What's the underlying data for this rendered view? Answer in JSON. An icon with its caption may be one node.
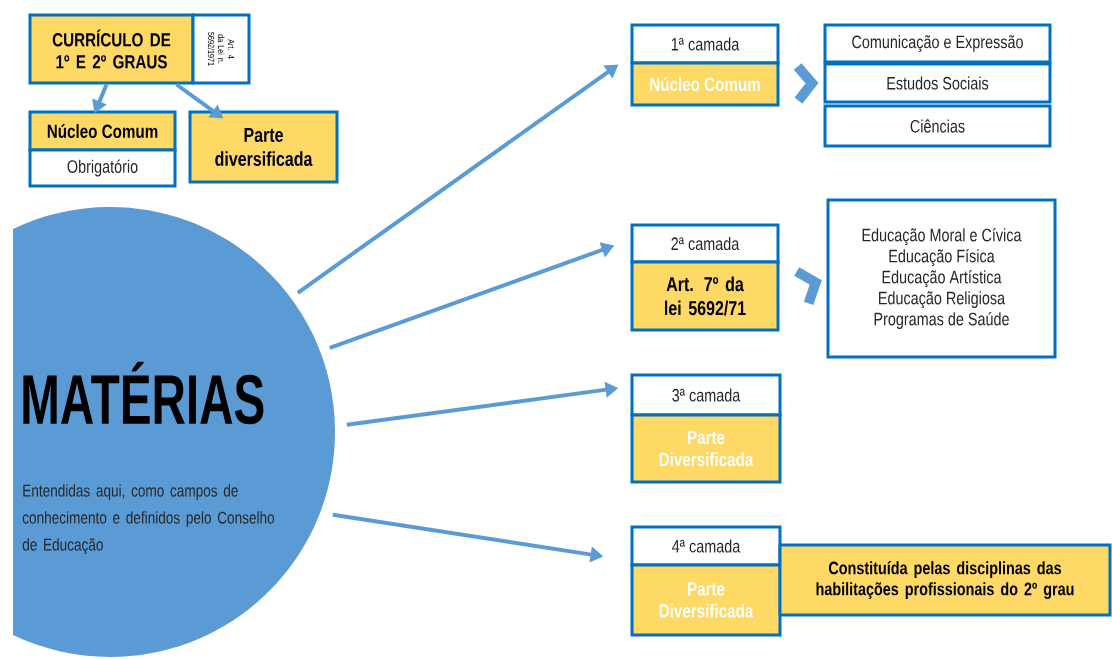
{
  "diagram": {
    "nodes": [
      {
        "text": [
          "CURRÍCULO DE 1º E 2º GRAUS"
        ]
      },
      {
        "text": [
          "Art. 4 da Lei n. 5692/1971"
        ]
      },
      {
        "text": [
          "Núcleo Comum"
        ]
      },
      {
        "text": [
          "Obrigatório"
        ]
      },
      {
        "text": [
          "Parte diversificada"
        ]
      },
      {
        "text": [
          "MATÉRIAS",
          "Entendidas aqui, como campos de conhecimento e definidos pelo Conselho de Educação"
        ]
      },
      {
        "text": [
          "1ª camada"
        ]
      },
      {
        "text": [
          "Núcleo Comum"
        ]
      },
      {
        "text": [
          "Comunicação e Expressão"
        ]
      },
      {
        "text": [
          "Estudos Sociais"
        ]
      },
      {
        "text": [
          "Ciências"
        ]
      },
      {
        "text": [
          "2ª camada"
        ]
      },
      {
        "text": [
          "Art. 7º da lei 5692/71"
        ]
      },
      {
        "text": [
          "Educação Moral e Cívica",
          "Educação Física",
          "Educação Artística",
          "Educação Religiosa",
          "Programas de Saúde"
        ]
      },
      {
        "text": [
          "3ª camada"
        ]
      },
      {
        "text": [
          "Parte Diversificada"
        ]
      },
      {
        "text": [
          "4ª camada"
        ]
      },
      {
        "text": [
          "Parte Diversificada"
        ]
      },
      {
        "text": [
          "Constituída pelas disciplinas das habilitações profissionais do 2º grau"
        ]
      }
    ],
    "edges": [
      {
        "from": 0,
        "to": 2,
        "arrow": "to"
      },
      {
        "from": 0,
        "to": 4,
        "arrow": "to"
      },
      {
        "from": 5,
        "to": 6,
        "arrow": "to"
      },
      {
        "from": 7,
        "to": 9,
        "arrow": "to",
        "style": "thick"
      },
      {
        "from": 5,
        "to": 11,
        "arrow": "to"
      },
      {
        "from": 12,
        "to": 13,
        "arrow": "to",
        "style": "thick"
      },
      {
        "from": 5,
        "to": 14,
        "arrow": "to"
      },
      {
        "from": 5,
        "to": 16,
        "arrow": "to"
      }
    ]
  }
}
